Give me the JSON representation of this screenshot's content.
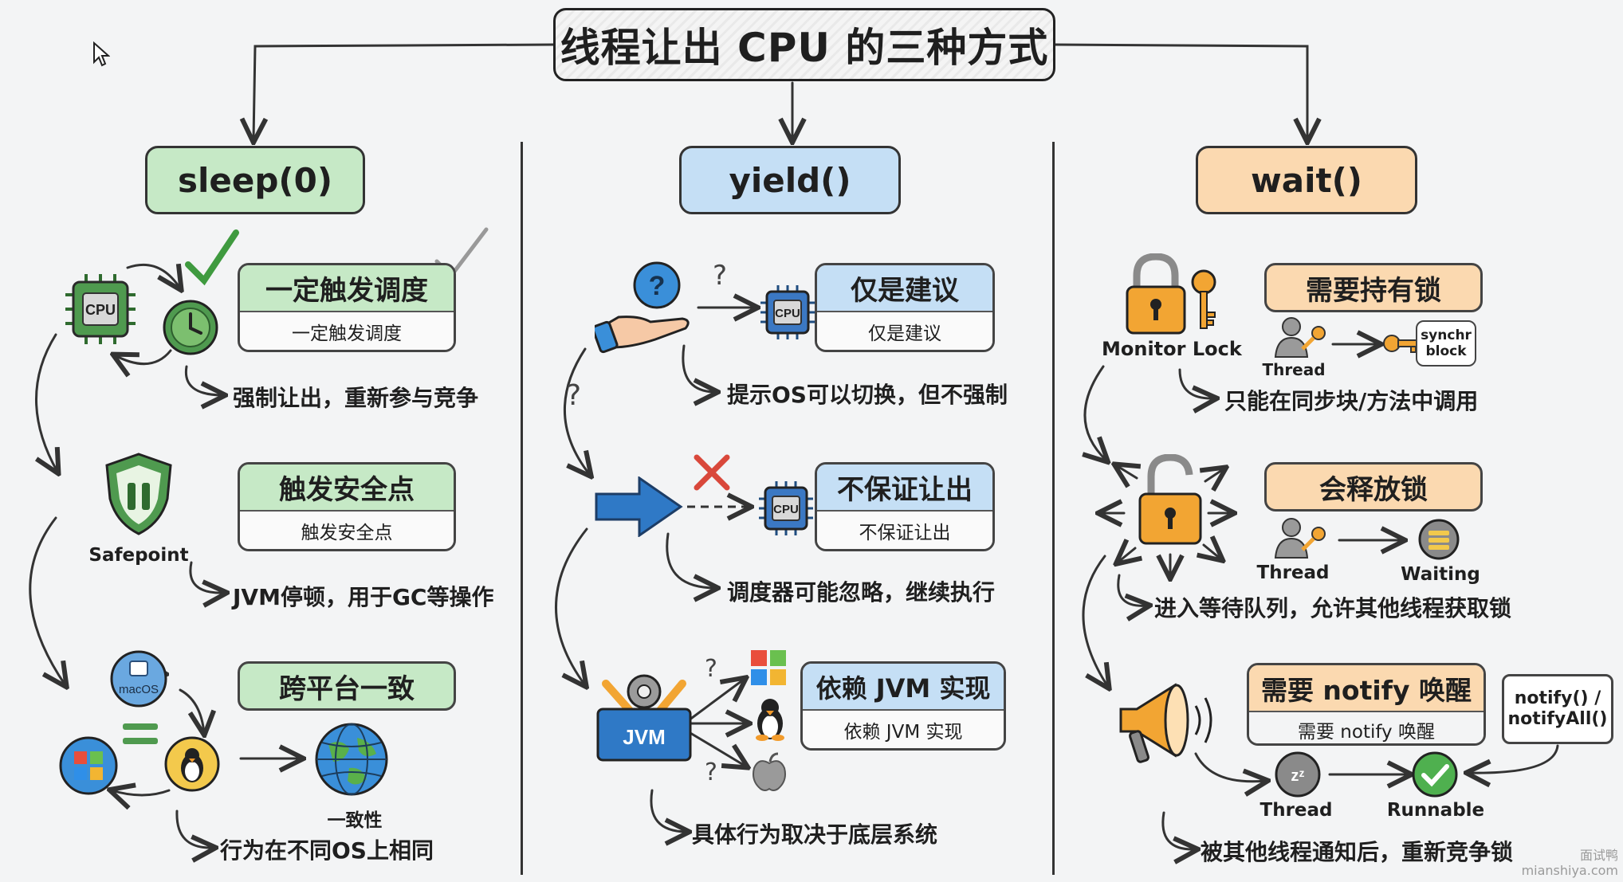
{
  "title": "线程让出 CPU 的三种方式",
  "columns": {
    "sleep": {
      "header": "sleep(0)",
      "rows": [
        {
          "title": "一定触发调度",
          "sub": "一定触发调度",
          "note": "强制让出，重新参与竞争"
        },
        {
          "title": "触发安全点",
          "sub": "触发安全点",
          "note": "JVM停顿，用于GC等操作"
        },
        {
          "title": "跨平台一致",
          "note": "行为在不同OS上相同"
        }
      ],
      "labels": {
        "cpu": "CPU",
        "safepoint": "Safepoint",
        "macos": "macOS",
        "consistency": "一致性"
      }
    },
    "yield": {
      "header": "yield()",
      "rows": [
        {
          "title": "仅是建议",
          "sub": "仅是建议",
          "note": "提示OS可以切换，但不强制"
        },
        {
          "title": "不保证让出",
          "sub": "不保证让出",
          "note": "调度器可能忽略，继续执行"
        },
        {
          "title": "依赖 JVM 实现",
          "sub": "依赖 JVM 实现",
          "note": "具体行为取决于底层系统"
        }
      ],
      "labels": {
        "cpu": "CPU",
        "jvm": "JVM",
        "question": "?"
      }
    },
    "wait": {
      "header": "wait()",
      "rows": [
        {
          "title": "需要持有锁",
          "note": "只能在同步块/方法中调用"
        },
        {
          "title": "会释放锁",
          "note": "进入等待队列，允许其他线程获取锁"
        },
        {
          "title": "需要 notify 唤醒",
          "sub": "需要 notify 唤醒",
          "note": "被其他线程通知后，重新竞争锁"
        }
      ],
      "labels": {
        "monitor_lock": "Monitor Lock",
        "thread": "Thread",
        "synchr_block": "synchr block",
        "waiting": "Waiting",
        "runnable": "Runnable",
        "notify": "notify() / notifyAll()"
      }
    }
  },
  "watermark": {
    "line1": "面试鸭",
    "line2": "mianshiya.com"
  },
  "colors": {
    "green": "#c6e9c6",
    "blue": "#c5dff5",
    "orange": "#fbd9b0",
    "cpu_green": "#4f9a4f",
    "cpu_blue": "#3b78c3",
    "lock_orange": "#f2a533"
  }
}
